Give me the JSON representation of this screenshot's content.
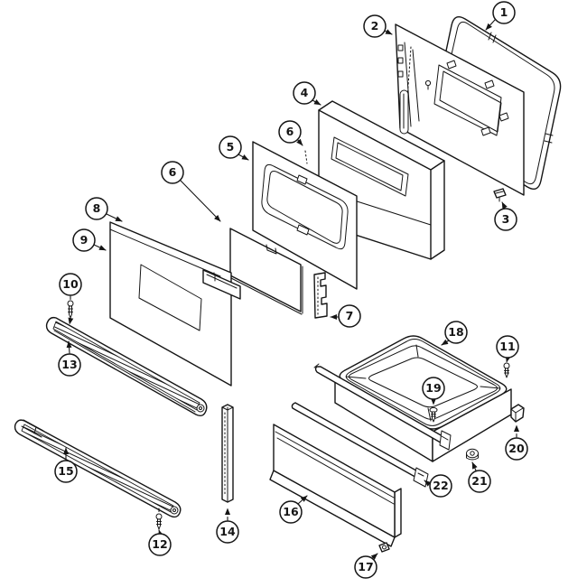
{
  "diagram": {
    "background_color": "#ffffff",
    "line_color": "#151515",
    "callouts": {
      "c1": "1",
      "c2": "2",
      "c3": "3",
      "c4": "4",
      "c5": "5",
      "c6a": "6",
      "c6b": "6",
      "c7": "7",
      "c8": "8",
      "c9": "9",
      "c10": "10",
      "c11": "11",
      "c12": "12",
      "c13": "13",
      "c14": "14",
      "c15": "15",
      "c16": "16",
      "c17": "17",
      "c18": "18",
      "c19": "19",
      "c20": "20",
      "c21": "21",
      "c22": "22"
    }
  }
}
